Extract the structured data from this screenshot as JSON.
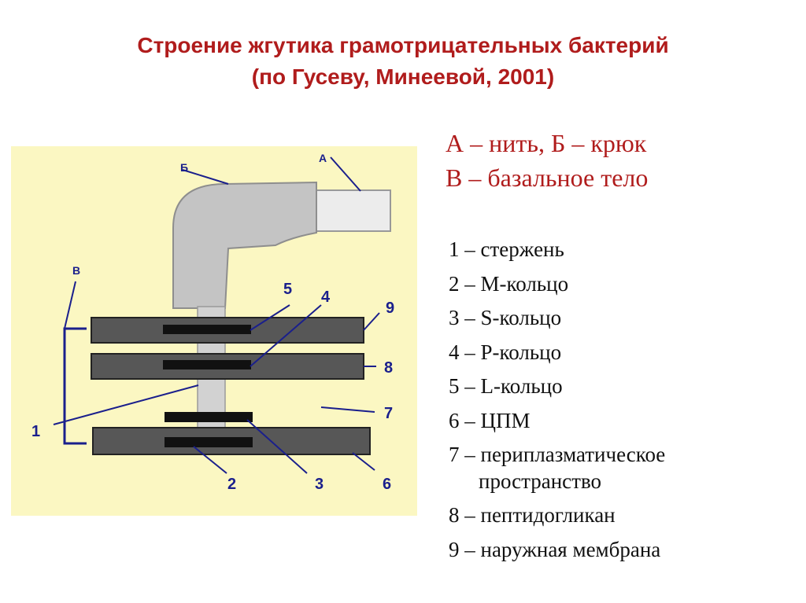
{
  "title": {
    "line1": "Строение жгутика грамотрицательных бактерий",
    "line2": "(по Гусеву, Минеевой, 2001)"
  },
  "diagram": {
    "labels": {
      "a": "А",
      "b": "Б",
      "v": "В",
      "n1": "1",
      "n2": "2",
      "n3": "3",
      "n4": "4",
      "n5": "5",
      "n6": "6",
      "n7": "7",
      "n8": "8",
      "n9": "9"
    },
    "colors": {
      "background": "#fbf7c2",
      "hook": "#c4c4c4",
      "filament": "#ececec",
      "membrane": "#575757",
      "ring": "#111111",
      "rod": "#d2d2d2",
      "label": "#1a1f8c"
    }
  },
  "legend": {
    "head": [
      "А – нить, Б – крюк",
      "В – базальное тело"
    ],
    "items": [
      "1 – стержень",
      "2 – М-кольцо",
      "3 – S-кольцо",
      "4 – Р-кольцо",
      "5 – L-кольцо",
      "6 – ЦПМ",
      "7 – периплазматическое",
      "пространство",
      "8 – пептидогликан",
      "9 – наружная мембрана"
    ]
  }
}
